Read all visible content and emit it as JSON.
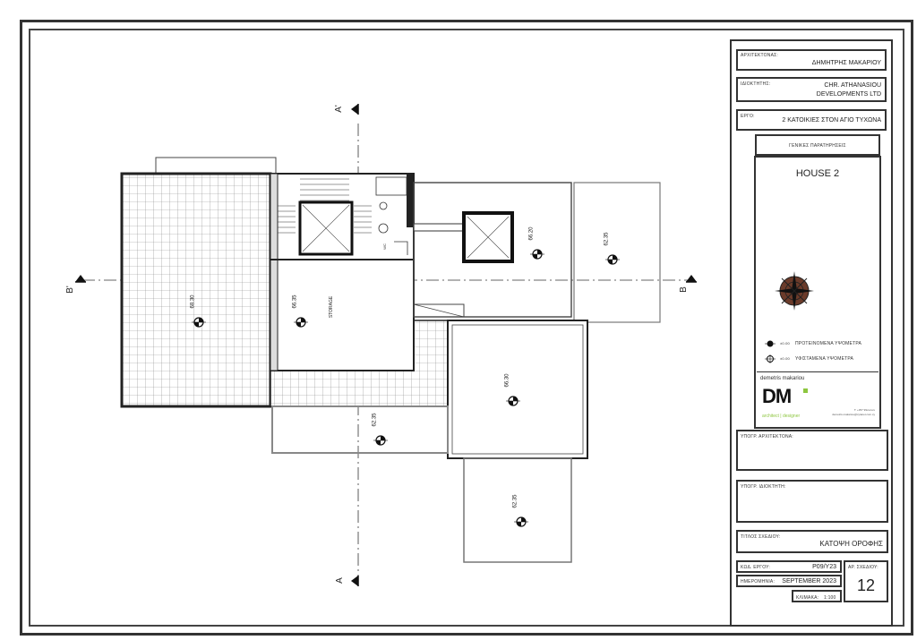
{
  "title_block": {
    "architect_label": "ΑΡΧΙΤΕΚΤΟΝΑΣ:",
    "architect_value": "ΔΗΜΗΤΡΗΣ ΜΑΚΑΡΙΟΥ",
    "owner_label": "ΙΔΙΟΚΤΗΤΗΣ:",
    "owner_value_line1": "CHR. ATHANASIOU",
    "owner_value_line2": "DEVELOPMENTS LTD",
    "project_label": "ΕΡΓΟ:",
    "project_value": "2 ΚΑΤΟΙΚΙΕΣ ΣΤΟΝ ΑΓΙΟ ΤΥΧΩΝΑ",
    "notes_header": "ΓΕΝΙΚΕΣ ΠΑΡΑΤΗΡΗΣΕΙΣ",
    "house_title": "HOUSE 2",
    "legend_proposed_value": "±0.00",
    "legend_proposed_label": "ΠΡΟΤΕΙΝΟΜΕΝΑ ΥΨΟΜΕΤΡΑ",
    "legend_existing_value": "±0.00",
    "legend_existing_label": "ΥΦΙΣΤΑΜΕΝΑ ΥΨΟΜΕΤΡΑ",
    "logo_caption": "demetris makariou",
    "logo_mark": "DM",
    "logo_sub": "architect | designer",
    "logo_contact_1": "T: +357 99xxxxxx",
    "logo_contact_2": "demetris.makariou@cytanet.com.cy",
    "sign_architect_label": "ΥΠΟΓΡ. ΑΡΧΙΤΕΚΤΟΝΑ:",
    "sign_owner_label": "ΥΠΟΓΡ. ΙΔΙΟΚΤΗΤΗ:",
    "drawing_title_label": "ΤΙΤΛΟΣ ΣΧΕΔΙΟΥ:",
    "drawing_title_value": "ΚΑΤΟΨΗ ΟΡΟΦΗΣ",
    "project_code_label": "ΚΩΔ. ΕΡΓΟΥ:",
    "project_code_value": "P09/Y23",
    "date_label": "ΗΜΕΡΟΜΗΝΙΑ:",
    "date_value": "SEPTEMBER 2023",
    "scale_label": "ΚΛΙΜΑΚΑ:",
    "scale_value": "1:100",
    "sheet_no_label": "ΑΡ. ΣΧΕΔΙΟΥ:",
    "sheet_no_value": "12"
  },
  "plan": {
    "section_a_top": "A'",
    "section_a_bottom": "A",
    "section_b_left": "B'",
    "section_b_right": "B",
    "storage_label": "STORAGE",
    "wc_label": "WC",
    "levels": {
      "terrace": "68.30",
      "storage": "66.35",
      "slab_upper": "66.20",
      "right_roof": "62.35",
      "center_roof": "66.30",
      "bottom_left": "62.35",
      "bottom_center": "62.35"
    }
  }
}
